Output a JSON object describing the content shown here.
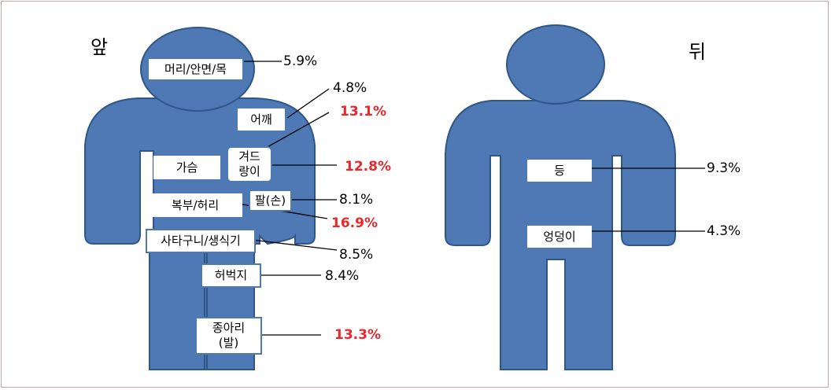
{
  "front": {
    "title": "앞",
    "labels": {
      "head": "머리/안면/목",
      "shoulder": "어깨",
      "chest": "가슴",
      "armpit": "겨드\n랑이",
      "arm": "팔(손)",
      "abdomen": "복부/허리",
      "groin": "사타구니/생식기",
      "thigh": "허벅지",
      "calf": "종아리\n(발)"
    },
    "values": {
      "head": "5.9%",
      "shoulder": "4.8%",
      "chest": "13.1%",
      "armpit": "12.8%",
      "arm": "8.1%",
      "abdomen": "16.9%",
      "groin": "8.5%",
      "thigh": "8.4%",
      "calf": "13.3%"
    }
  },
  "back": {
    "title": "뒤",
    "labels": {
      "back": "등",
      "buttocks": "엉덩이"
    },
    "values": {
      "back": "9.3%",
      "buttocks": "4.3%"
    }
  },
  "colors": {
    "body_fill": "#4e79b5",
    "body_stroke": "#2f5689",
    "highlight": "#e8282c"
  }
}
